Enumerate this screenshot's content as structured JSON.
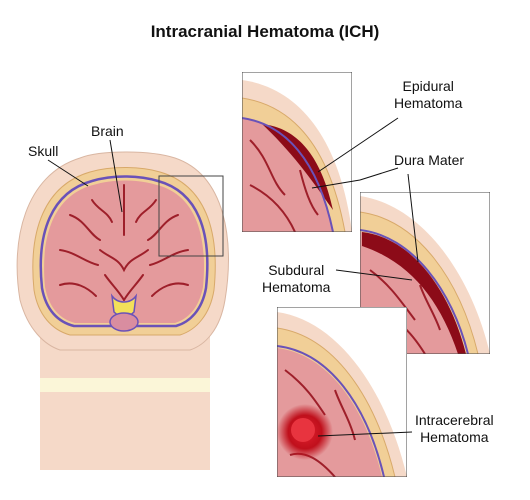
{
  "title": "Intracranial Hematoma (ICH)",
  "labels": {
    "skull": "Skull",
    "brain": "Brain",
    "epidural": [
      "Epidural",
      "Hematoma"
    ],
    "dura": "Dura Mater",
    "subdural": [
      "Subdural",
      "Hematoma"
    ],
    "intracerebral": [
      "Intracerebral",
      "Hematoma"
    ]
  },
  "colors": {
    "skin": "#f5d9c8",
    "bone": "#f1cf97",
    "brain": "#e49a9c",
    "sulci": "#9e1f2a",
    "dura": "#6a52b8",
    "blood": "#8c0b18"
  }
}
